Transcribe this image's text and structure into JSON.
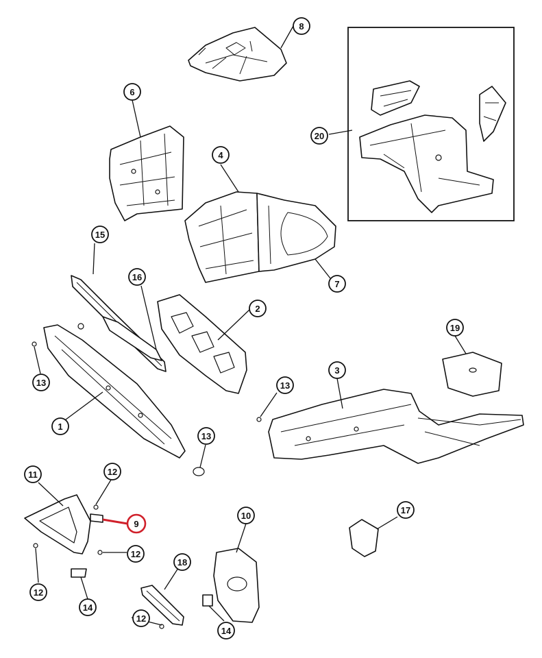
{
  "callouts": [
    {
      "id": "c1",
      "label": "1",
      "highlight": false
    },
    {
      "id": "c2",
      "label": "2",
      "highlight": false
    },
    {
      "id": "c3",
      "label": "3",
      "highlight": false
    },
    {
      "id": "c4",
      "label": "4",
      "highlight": false
    },
    {
      "id": "c6",
      "label": "6",
      "highlight": false
    },
    {
      "id": "c7",
      "label": "7",
      "highlight": false
    },
    {
      "id": "c8",
      "label": "8",
      "highlight": false
    },
    {
      "id": "c9",
      "label": "9",
      "highlight": true
    },
    {
      "id": "c10",
      "label": "10",
      "highlight": false
    },
    {
      "id": "c11",
      "label": "11",
      "highlight": false
    },
    {
      "id": "c12a",
      "label": "12",
      "highlight": false
    },
    {
      "id": "c12b",
      "label": "12",
      "highlight": false
    },
    {
      "id": "c12c",
      "label": "12",
      "highlight": false
    },
    {
      "id": "c12d",
      "label": "12",
      "highlight": false
    },
    {
      "id": "c13a",
      "label": "13",
      "highlight": false
    },
    {
      "id": "c13b",
      "label": "13",
      "highlight": false
    },
    {
      "id": "c13c",
      "label": "13",
      "highlight": false
    },
    {
      "id": "c14a",
      "label": "14",
      "highlight": false
    },
    {
      "id": "c14b",
      "label": "14",
      "highlight": false
    },
    {
      "id": "c15",
      "label": "15",
      "highlight": false
    },
    {
      "id": "c16",
      "label": "16",
      "highlight": false
    },
    {
      "id": "c17",
      "label": "17",
      "highlight": false
    },
    {
      "id": "c18",
      "label": "18",
      "highlight": false
    },
    {
      "id": "c19",
      "label": "19",
      "highlight": false
    },
    {
      "id": "c20",
      "label": "20",
      "highlight": false
    }
  ],
  "colors": {
    "highlight": "#d0202a",
    "line": "#111111",
    "background": "#ffffff"
  }
}
